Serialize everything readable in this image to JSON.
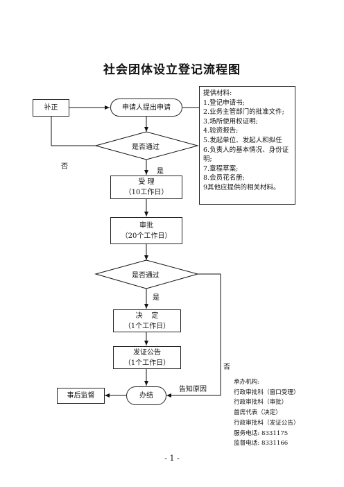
{
  "title": "社会团体设立登记流程图",
  "nodes": {
    "supplement": "补正",
    "apply": "申请人提出申请",
    "check1": "是否通过",
    "accept": [
      "受 理",
      "（10工作日）"
    ],
    "approve": [
      "审批",
      "（20个工作日）"
    ],
    "check2": "是否通过",
    "decide": [
      "决    定",
      "（1个工作日）"
    ],
    "announce": [
      "发证公告",
      "（1个工作日）"
    ],
    "finish": "办结",
    "supervise": "事后监督"
  },
  "edge_labels": {
    "no1": "否",
    "yes1": "是",
    "yes2": "是",
    "no2": "否",
    "notify": "告知原因"
  },
  "materials": [
    "提供材料:",
    "1.登记申请书;",
    "2.业务主管部门的批准文件;",
    "3.场所使用权证明;",
    "4.验资报告;",
    "5.发起单位、发起人和拟任",
    "6.负责人的基本情况、身份证明;",
    "7.章程草案;",
    "8.会员花名册;",
    "9其他应提供的相关材料。"
  ],
  "agency": [
    "承办机构:",
    "行政审批科（窗口受理）",
    "行政审批科（审批）",
    "首席代表（决定）",
    "行政审批科（发证公告）",
    "服务电话: 8331175",
    "监督电话: 8331166"
  ],
  "page_number": "- 1 -"
}
